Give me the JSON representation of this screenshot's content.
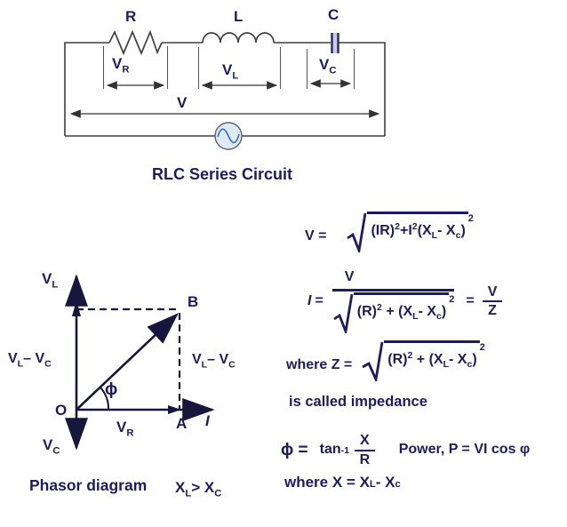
{
  "colors": {
    "text_navy": "#1c1c5e",
    "circuit_line": "#3f3f3f",
    "phasor_line": "#17173e",
    "capacitor_fill": "#c9cbe3",
    "source_fill": "#dcebf5",
    "sine_wave": "#4a7ab5"
  },
  "circuit": {
    "title": "RLC Series Circuit",
    "resistor_label": "R",
    "inductor_label": "L",
    "capacitor_label": "C",
    "vr": {
      "base": "V",
      "sub": "R"
    },
    "vl": {
      "base": "V",
      "sub": "L"
    },
    "vc": {
      "base": "V",
      "sub": "C"
    },
    "v_label": "V"
  },
  "phasor": {
    "caption": "Phasor diagram",
    "condition": {
      "base": "X",
      "sub": "L",
      "mid": "> X",
      "sub2": "C"
    },
    "axis_vl": {
      "base": "V",
      "sub": "L"
    },
    "axis_vc": {
      "base": "V",
      "sub": "C"
    },
    "diff_left": {
      "v1": "V",
      "s1": "L",
      "mid": "– V",
      "s2": "C"
    },
    "diff_right": {
      "v1": "V",
      "s1": "L",
      "mid": "– V",
      "s2": "C"
    },
    "origin": "O",
    "vr": {
      "base": "V",
      "sub": "R"
    },
    "point_a": "A",
    "point_b": "B",
    "current": "I",
    "phi": "ϕ"
  },
  "equations": {
    "eq_v": {
      "lhs": "V =",
      "radicand": {
        "t1": "(IR)",
        "p1": "2",
        "t2": "+I",
        "p2": "2",
        "t3": "(X",
        "s3": "L",
        "t4": "- X",
        "s4": "c",
        "t5": ")"
      },
      "outer_sup": "2"
    },
    "eq_i": {
      "var": "I",
      "eq": "=",
      "num": "V",
      "radicand": {
        "t1": "(R)",
        "p1": "2",
        "t2": " +  (X",
        "s2": "L",
        "t3": "- X",
        "s3": "c",
        "t4": ")"
      },
      "outer_sup": "2",
      "eq2": "=",
      "rhs_num": "V",
      "rhs_den": "Z"
    },
    "eq_z": {
      "lhs": "where Z =",
      "radicand": {
        "t1": "(R)",
        "p1": "2",
        "t2": " + (X",
        "s2": "L",
        "t3": "- X",
        "s3": "c",
        "t4": ")"
      },
      "outer_sup": "2"
    },
    "impedance_note": "is called impedance",
    "eq_phi": {
      "lhs": "ϕ =",
      "fn": "tan",
      "fn_sup": "-1",
      "frac_num": "X",
      "frac_den": "R",
      "power": "Power, P = VI cos φ"
    },
    "eq_x": {
      "lhs": "where X = X",
      "s1": "L",
      "mid": "- X",
      "s2": "c"
    }
  }
}
